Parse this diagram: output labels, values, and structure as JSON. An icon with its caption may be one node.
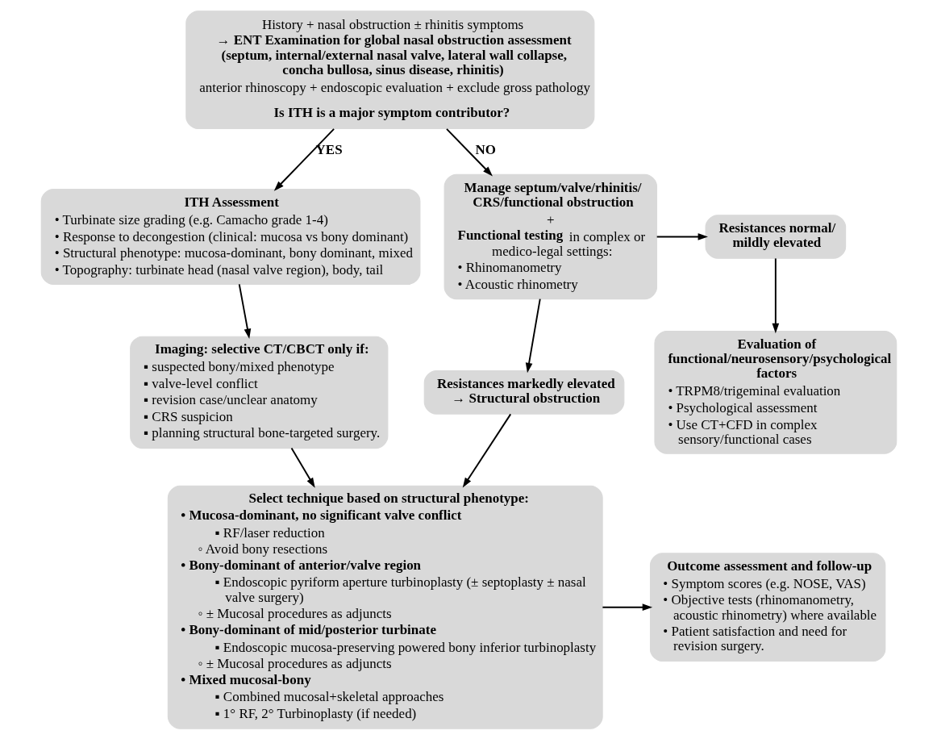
{
  "diagram": {
    "nodes": [
      {
        "text": [
          "History + nasal obstruction ± rhinitis symptoms",
          "→ ENT Examination for global nasal obstruction assessment (septum, internal/external nasal valve, lateral wall collapse, concha bullosa, sinus disease, rhinitis)",
          "anterior rhinoscopy + endoscopic evaluation + exclude gross pathology",
          "Is ITH is a major symptom contributor?"
        ]
      },
      {
        "text": [
          "ITH Assessment",
          "• Turbinate size grading (e.g. Camacho grade 1-4)",
          "• Response to decongestion (clinical: mucosa vs bony dominant)",
          "• Structural phenotype: mucosa-dominant, bony dominant, mixed",
          "• Topography: turbinate head (nasal valve region), body, tail"
        ]
      },
      {
        "text": [
          "Manage septum/valve/rhinitis/ CRS/functional obstruction",
          "+",
          "**Functional testing** in complex or medico-legal settings:",
          "• Rhinomanometry",
          "• Acoustic rhinometry"
        ]
      },
      {
        "text": [
          "Resistances normal/ mildly elevated"
        ]
      },
      {
        "text": [
          "Imaging: selective CT/CBCT only if:",
          "▪ suspected bony/mixed phenotype",
          "▪ valve-level conflict",
          "▪ revision case/unclear anatomy",
          "▪ CRS suspicion",
          "▪ planning structural bone-targeted surgery."
        ]
      },
      {
        "text": [
          "Evaluation of functional/neurosensory/psychological factors",
          "• TRPM8/trigeminal evaluation",
          "• Psychological assessment",
          "• Use CT+CFD in complex sensory/functional cases"
        ]
      },
      {
        "text": [
          "Resistances markedly elevated → Structural obstruction"
        ]
      },
      {
        "text": [
          "Select technique based on structural phenotype:",
          "• Mucosa-dominant, no significant valve conflict",
          "▪ RF/laser reduction",
          "◦ Avoid bony resections",
          "• Bony-dominant of anterior/valve region",
          "▪ Endoscopic pyriform aperture turbinoplasty (± septoplasty ± nasal valve surgery)",
          "◦ ± Mucosal procedures as adjuncts",
          "• Bony-dominant of mid/posterior turbinate",
          "▪ Endoscopic mucosa-preserving powered bony inferior turbinoplasty",
          "◦ ± Mucosal procedures as adjuncts",
          "• Mixed mucosal-bony",
          "▪ Combined mucosal+skeletal approaches",
          "▪ 1° RF, 2° Turbinoplasty (if needed)"
        ]
      },
      {
        "text": [
          "Outcome assessment and follow-up",
          "• Symptom scores (e.g. NOSE, VAS)",
          "• Objective tests (rhinomanometry, acoustic rhinometry) where available",
          "• Patient satisfaction and need for revision surgery."
        ]
      }
    ],
    "edges": [
      {
        "from": 0,
        "to": 1,
        "arrow": "to",
        "label": "YES"
      },
      {
        "from": 0,
        "to": 2,
        "arrow": "to",
        "label": "NO"
      },
      {
        "from": 1,
        "to": 4,
        "arrow": "to"
      },
      {
        "from": 2,
        "to": 3,
        "arrow": "to"
      },
      {
        "from": 3,
        "to": 5,
        "arrow": "to"
      },
      {
        "from": 2,
        "to": 6,
        "arrow": "to"
      },
      {
        "from": 4,
        "to": 7,
        "arrow": "to"
      },
      {
        "from": 6,
        "to": 7,
        "arrow": "to"
      },
      {
        "from": 7,
        "to": 8,
        "arrow": "to"
      }
    ]
  }
}
